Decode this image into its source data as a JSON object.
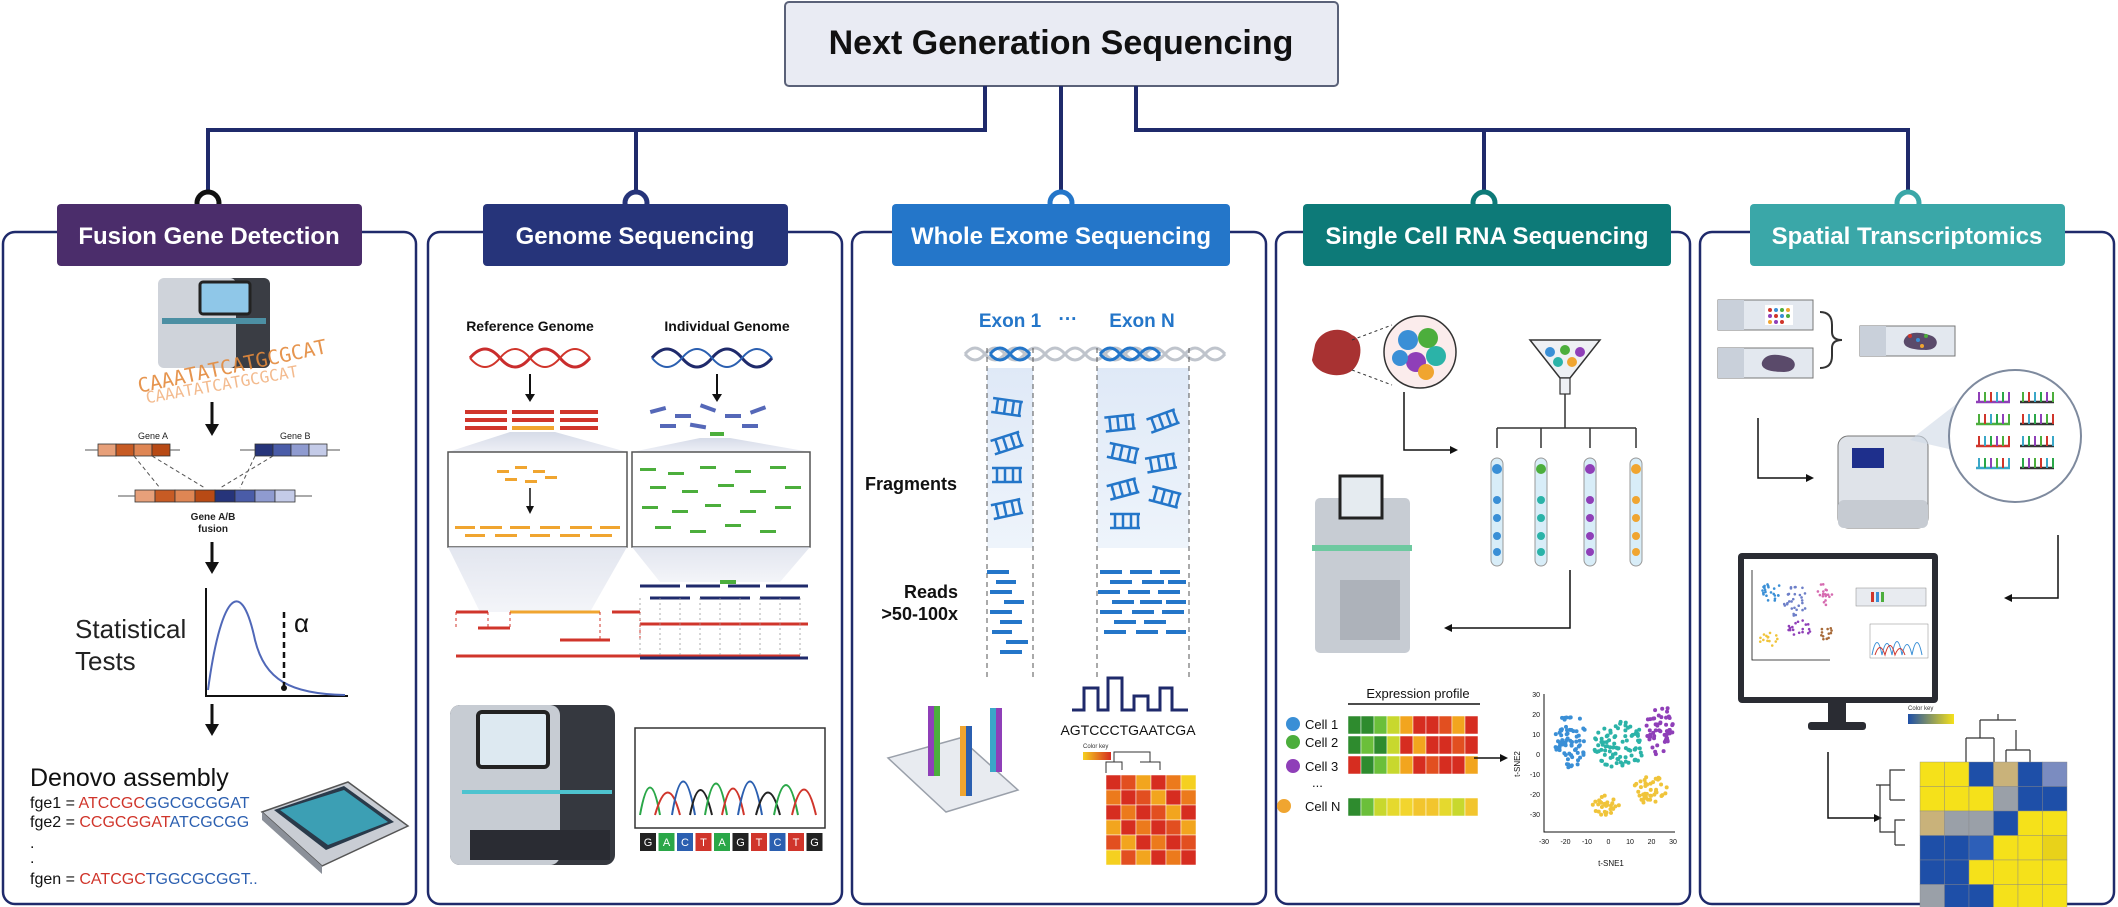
{
  "title": "Next Generation Sequencing",
  "colors": {
    "connector": "#1f2a6b",
    "fusion": "#4b2d6b",
    "genome": "#26347a",
    "exome": "#2476c9",
    "scrna": "#0d7a78",
    "spatial": "#3aa7a8",
    "red_text": "#d0352b",
    "blue_text": "#2b5fb0"
  },
  "panels": {
    "fusion": {
      "title": "Fusion Gene Detection",
      "dna_letters": "CAAATATCATGCGCAT",
      "gene_a": "Gene A",
      "gene_b": "Gene B",
      "fusion_label_1": "Gene A/B",
      "fusion_label_2": "fusion",
      "stat_line1": "Statistical",
      "stat_line2": "Tests",
      "alpha": "α",
      "denovo": "Denovo assembly",
      "fge1_prefix": "fge1 = ",
      "fge1_red": "ATCCGC",
      "fge1_blue": "GGCGCGGAT",
      "fge2_prefix": "fge2 = ",
      "fge2_red": "CCGCGGAT",
      "fge2_blue": "ATCGCGG",
      "dot1": ".",
      "dot2": ".",
      "fgen_prefix": "fgen = ",
      "fgen_red": "CATCGC",
      "fgen_blue": "TGGCGCGGT.."
    },
    "genome": {
      "title": "Genome Sequencing",
      "ref_label": "Reference Genome",
      "ind_label": "Individual Genome",
      "bases": [
        "G",
        "A",
        "C",
        "T",
        "A",
        "G",
        "T",
        "C",
        "T",
        "G"
      ]
    },
    "exome": {
      "title": "Whole Exome Sequencing",
      "exon1": "Exon 1",
      "ellipsis": "···",
      "exonN": "Exon N",
      "fragments": "Fragments",
      "reads1": "Reads",
      "reads2": ">50-100x",
      "sequence": "AGTCCCTGAATCGA",
      "color_key": "Color key"
    },
    "scrna": {
      "title": "Single Cell RNA Sequencing",
      "expression_profile": "Expression profile",
      "cells": [
        "Cell 1",
        "Cell 2",
        "Cell 3",
        "...",
        "Cell N"
      ],
      "tsne_x": "t-SNE1",
      "tsne_y": "t-SNE2",
      "y_ticks": [
        "30",
        "20",
        "10",
        "0",
        "-10",
        "-20",
        "-30"
      ],
      "x_ticks": [
        "-30",
        "-20",
        "-10",
        "0",
        "10",
        "20",
        "30"
      ]
    },
    "spatial": {
      "title": "Spatial Transcriptomics",
      "color_key": "Color key"
    }
  }
}
